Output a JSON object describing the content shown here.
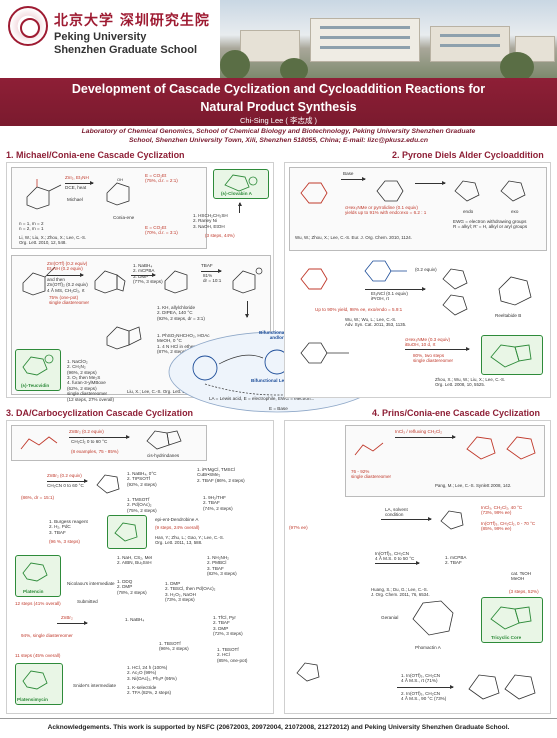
{
  "header": {
    "cn_name": "北京大学 深圳研究生院",
    "en_line1": "Peking University",
    "en_line2": "Shenzhen Graduate School"
  },
  "poster": {
    "title_line1": "Development of Cascade Cyclization and Cycloaddition Reactions for",
    "title_line2": "Natural Product Synthesis",
    "author": "Chi-Sing Lee ( 李志成 )",
    "affiliation_line1": "Laboratory of Chemical Genomics, School of Chemical Biology and Biotechnology, Peking University Shenzhen Graduate",
    "affiliation_line2": "School, Shenzhen University Town, Xili, Shenzhen 518055, China; E-mail: lizc@pkusz.edu.cn"
  },
  "sections": {
    "s1": "1. Michael/Conia-ene Cascade Cyclization",
    "s2": "2. Pyrone Diels Alder Cycloaddition",
    "s3": "3. DA/Carbocyclization Cascade Cyclization",
    "s4": "4. Prins/Conia-ene Cascade Cyclization"
  },
  "s1": {
    "cond1": "ZnI₂, Et₃NH",
    "cond1b": "DCE, heat",
    "michael": "Michael",
    "conia": "Conia-ene",
    "n_vals": "n = 1, m = 2\nn = 2, m = 1",
    "e_text1": "E = CO₂Et\n(75%, d.r. = 2:1)",
    "e_text2": "E = CO₂Et\n(70%, d.r. = 3:1)",
    "steps": "1. HSCH₂CH₂SH\n2. Raney Ni\n3. NaOH, EtOH",
    "steps_yield": "(3 steps, 44%)",
    "product1": "(±)-Clovabin A",
    "cite1": "Li, W.; Liu, X.; Zhou, X.; Lee, C.-S.\nOrg. Lett. 2010, 12, 548.",
    "r2_cond": "ZnI(OTf) (0.2 equiv)\nEt₃NH (0.2 equiv)",
    "r2_then": "and then\nZn(OTf)₂ (0.2 equiv)\n4 Å MS, CH₂Cl₂, rt",
    "r2_yield": "75% (one-pot)\nsingle diastereomer",
    "r2_steps": "1. NaBH₄\n2. mCPBA\n3. DMP\n(77%, 3 steps)",
    "tbaf": "TBAF",
    "tbaf_yield": "81%\ndr = 10:1",
    "steps3": "1. KH, allylchloride\n2. DIPEA, 140 °C\n(92%, 2 steps, dr = 3:1)",
    "steps4": "1. PhSO₂NHCHO₂, HOAc\nMeOH, 0 °C\n1. 4 N HCl in ether, rt\n(87%, 2 steps)",
    "steps5": "1. NaClO₂\n2. CH₂N₂\n(96%, 2 steps)",
    "steps6": "3. O₃ then Me₂S\n4. furan-3-ylMBoxe\n(62%, 2 steps)\nsingle diastereomer\n(12 steps, 27% overall)",
    "product2": "(±)-Teucvidin",
    "cite2": "Liu, X.; Lee, C.-S. Org. Lett. 2012, 14, 2886."
  },
  "center": {
    "top_label": "Bifunctional Lewis acid\nand/or a base",
    "mid_label": "Bifunctional Lewis acid",
    "legend": "LA = Lewis acid, E = electrophile, EWG = electron...",
    "bottom_note": "E = Base"
  },
  "s2": {
    "base": "Base",
    "amide": "cHex₃NMe or pyrrolidine (0.1 equiv)\nyields up to 91% with endo:exo = 6.2 : 1",
    "endo": "endo",
    "exo": "exo",
    "ewg_note": "EWG = electron withdrawing groups\nR = alkyl; R' = H, alkyl or aryl groups",
    "cite1": "Wu, W.; Zhou, X.; Lee, C.-S. Eur. J. Org. Chem. 2010, 1124.",
    "r2_cond": "Et₃NCl (0.1 equiv)\niPrOH, rt",
    "r2_yield": "Up to 90% yield, 98% ee, exo/endo = 5.9:1",
    "r2_cat": "(0.2 equiv)",
    "cite2": "Wu, W.; Wu, L.; Lee, C.-S.\nAdv. Syn. Cat. 2011, 353, 1135.",
    "product_rc": "Reeltabide B",
    "r3_cond": "cHex₃NMe (0.3 equiv)\niBuOH, 10 d, rt",
    "r3_yield": "80%, two steps\nsingle diastereomer",
    "cite3": "Zhou, X.; Wu, W.; Liu, X.; Lee, C.-S.\nOrg. Lett. 2008, 10, 5525."
  },
  "s3": {
    "cond1": "ZnBr₂ (0.2 equiv)",
    "cond1b": "CH₂Cl₂ 0 to 60 °C",
    "r1_yield": "(8 examples, 75 - 85%)",
    "r1_prod": "cis-hydrindanes",
    "r2_cond": "ZnBr₂ (0.2 equiv)",
    "r2_solv": "CH₂CN 0 to 60 °C",
    "r2_yield": "(86%, dr = 15:1)",
    "r2_steps": "1. NaBH₄, 0°C\n2. TIPSOTf\n(92%, 2 steps)",
    "r2_steps2": "1. iPrMgCl, TMSCl\nCuBr•SMe₂\n2. TBAF (86%, 2 steps)",
    "r2_steps3": "1. TMSOTf\n2. Pd(OAc)₂\n(75%, 2 steps)",
    "r2_steps4": "1. 9H₂/THF\n2. TBAF\n(74%, 2 steps)",
    "r2_steps5": "1. Burgess reagent\n2. H₂, PdC\n3. TBAF",
    "r2_steps5_yield": "(96 %, 3 steps)",
    "epi": "epi-ent-Dendrobine A",
    "epi_yield": "(9 steps, 24% overall)",
    "cite1": "Han, Y.; Zhu, L.; Gao, Y.; Lee, C.-S.\nOrg. Lett. 2011, 13, 588.",
    "r3_steps": "1. NaH, CS₂, MeI\n2. AIBN, Bu₃SnH",
    "r3_steps2": "1. NH₂NH₂\n2. PMBCl\n3. TBAF\n(82%, 3 steps)",
    "r3_steps3": "1. DMP\n2. TBSCl, then Pd(OAc)₂\n3. H₂O₂, NaOH\n(73%, 3 steps)",
    "r3_steps4": "1. DDQ\n2. DMP\n(78%, 2 steps)",
    "nic": "Nicolaou's intermediate",
    "submitted": "Submitted",
    "platencin": "Platencin",
    "plat_yield": "12 steps (41% overall)",
    "r4_cond": "ZnBr₂",
    "r4_yield": "94%, single diastereomer",
    "r4_steps": "1. NaBH₄",
    "r4_steps2": "1. TfCl, Pyr\n2. TBAF\n3. DMP\n(72%, 3 steps)",
    "r4_steps3": "1. TBSOTf\n(96%, 2 steps)",
    "r4_steps4": "1. TBSOTf\n2. HCl\n(85%, one-pot)",
    "r4_steps5": "1. HCl, 24 h (100%)\n2. Ac₂O (99%)\n3. Ni(OAc)₂, Ph₃P (95%)",
    "r4_steps6": "1. K-selectride\n2. TFA (82%, 2 steps)",
    "snider": "Snider's intermediate",
    "platensimycin": "Platensimycin",
    "plat2_yield": "11 steps (45% overall)"
  },
  "s4": {
    "cond1": "InCl₃ / refluxing CH₂Cl₂",
    "yield1": "76 - 92%\nsingle diastereomer",
    "cite1": "Pang, M.; Lee, C.-S. Synlett 2008, 142.",
    "r2_cond": "InCl₃, CH₂Cl₂, 40 °C\n(73%, 99% ee)",
    "r2_cond2": "In(OTf)₃, CH₂Cl₂, 0 - 70 °C\n(85%, 99% ee)",
    "la": "LA, solvent\ncondition",
    "r2_yield": "(97% ee)",
    "r3_cond": "In(OTf)₃, CH₂CN\n4 Å M.S. 0 to 50 °C",
    "r3_steps": "1. mCPBA\n2. TBAF",
    "r3_steps2": "cat. TsOH\nMeOH",
    "r3_yield": "(3 steps, 52%)",
    "tricyclic": "Tricyclic Core",
    "phomactin": "Phomactin A",
    "geranial": "Geranial",
    "cite2": "Huang, S.; Du, G.; Lee, C.-S.\nJ. Org. Chem. 2011, 76, 6534.",
    "r4_cond1": "1. In(OTf)₃, CH₂CN\n4 Å M.S., rt (71%)",
    "r4_cond2": "2. In(OTf)₃, CH₂CN\n4 Å M.S., 90 °C (73%)"
  },
  "footer": {
    "text": "Acknowledgements. This work is supported by NSFC (20672003, 20972004, 21072008, 21272012) and Peking University Shenzhen Graduate School."
  },
  "colors": {
    "brand": "#8e1f36",
    "accent_green": "#2e8b3a",
    "red_text": "#c0392b",
    "blue_text": "#1f4f9a"
  }
}
